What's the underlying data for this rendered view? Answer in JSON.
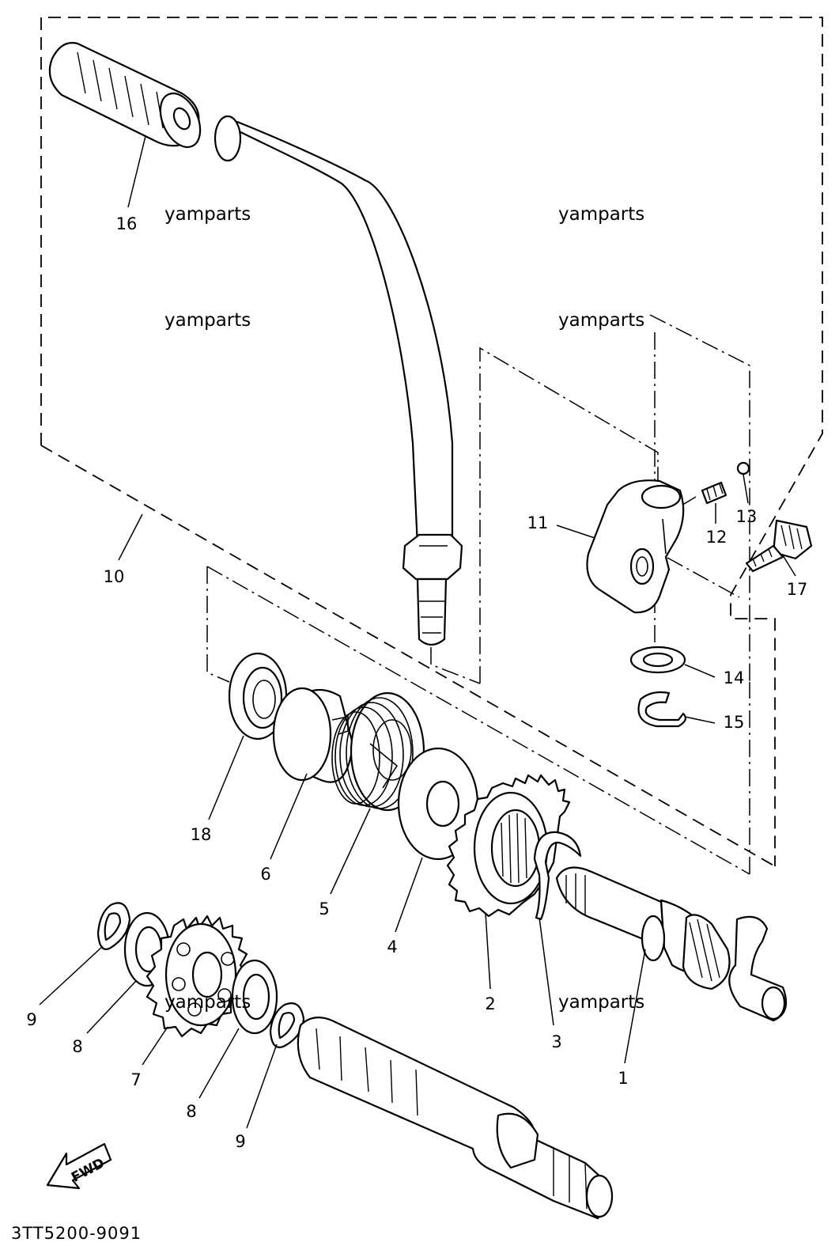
{
  "diagram": {
    "drawing_code": "3TT5200-9091",
    "direction_arrow": "FWD",
    "watermark": "yamparts",
    "callouts": [
      "1",
      "2",
      "3",
      "4",
      "5",
      "6",
      "7",
      "8",
      "9",
      "10",
      "11",
      "12",
      "13",
      "14",
      "15",
      "16",
      "17",
      "18"
    ],
    "callouts_repeat": {
      "7_8": "8",
      "7_9": "9"
    }
  }
}
